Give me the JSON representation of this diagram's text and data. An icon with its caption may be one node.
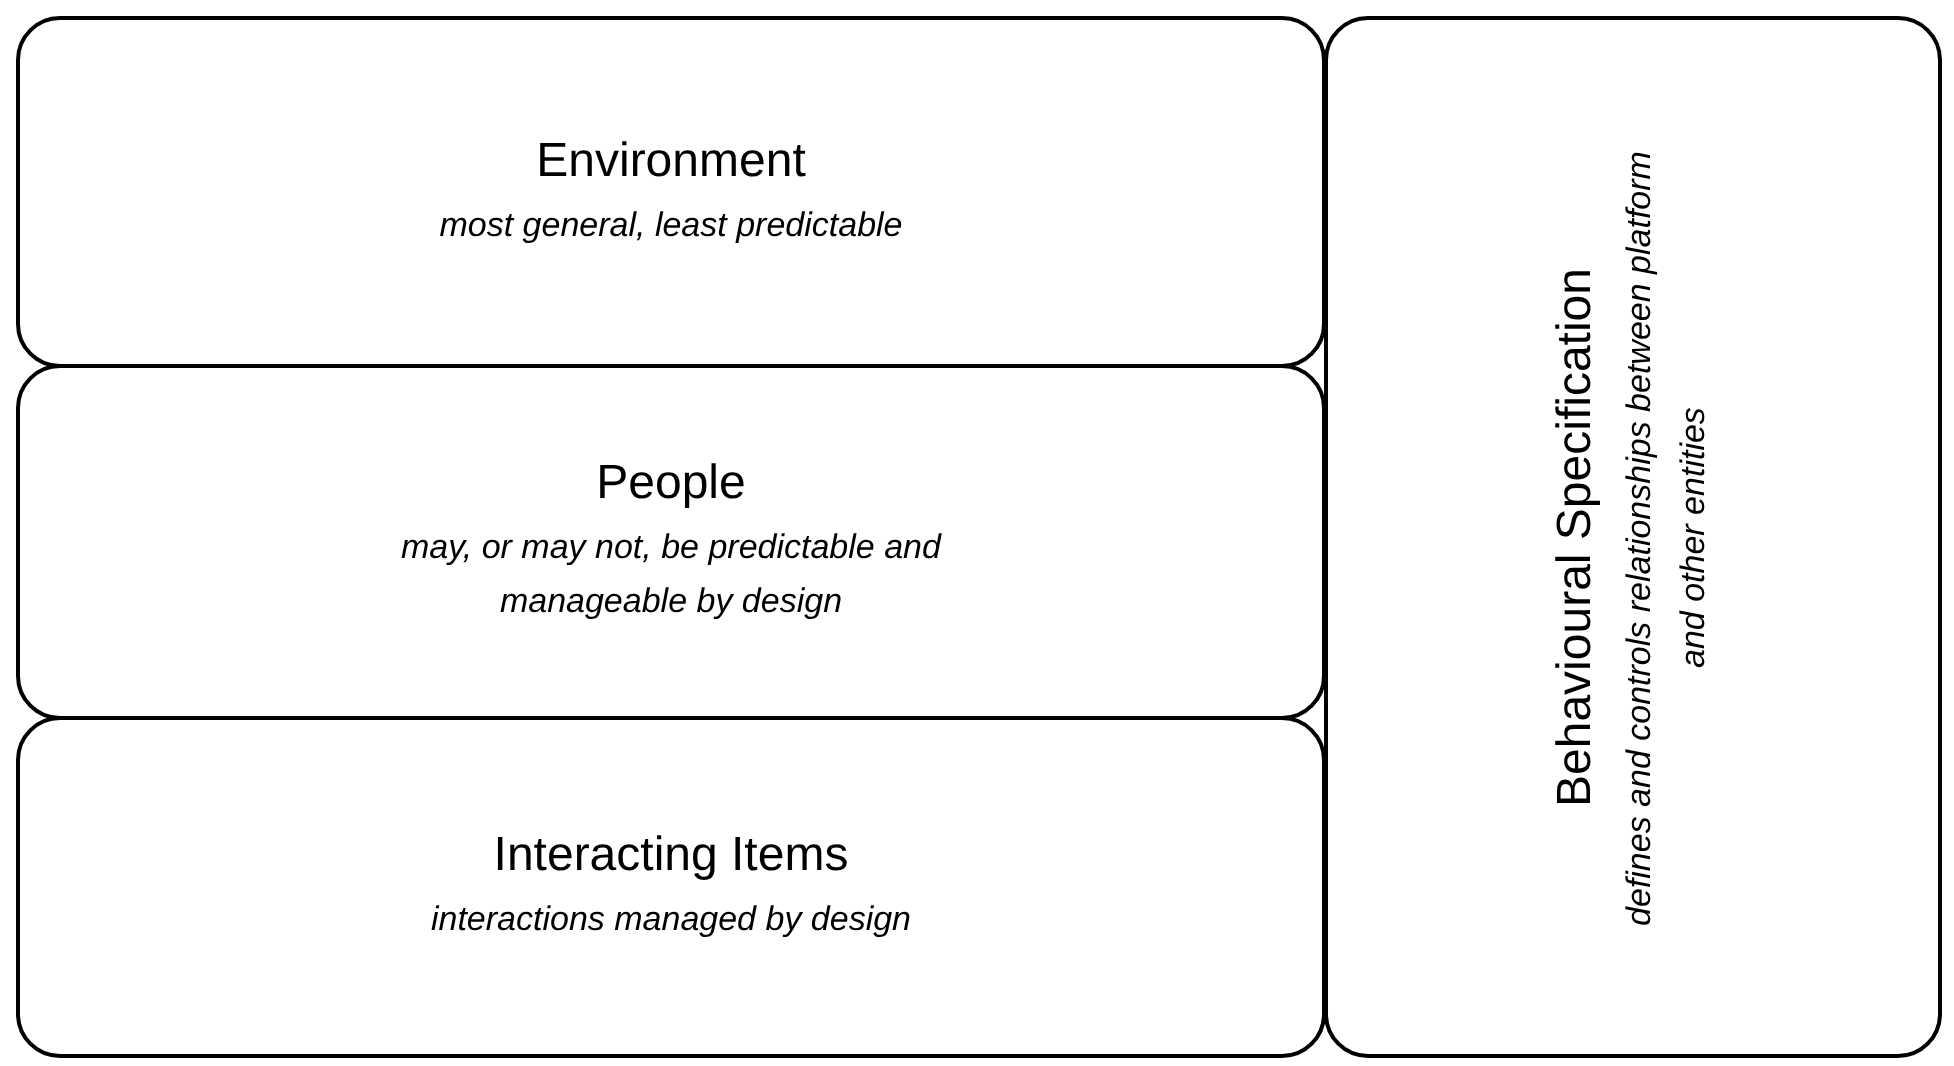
{
  "diagram": {
    "nodes": [
      {
        "text": [
          "Environment",
          "most general, least predictable"
        ]
      },
      {
        "text": [
          "People",
          "may, or may not, be predictable and manageable by design"
        ]
      },
      {
        "text": [
          "Interacting Items",
          "interactions managed by design"
        ]
      },
      {
        "text": [
          "Behavioural Specification",
          "defines and controls relationships between platform and other entities"
        ]
      }
    ]
  }
}
